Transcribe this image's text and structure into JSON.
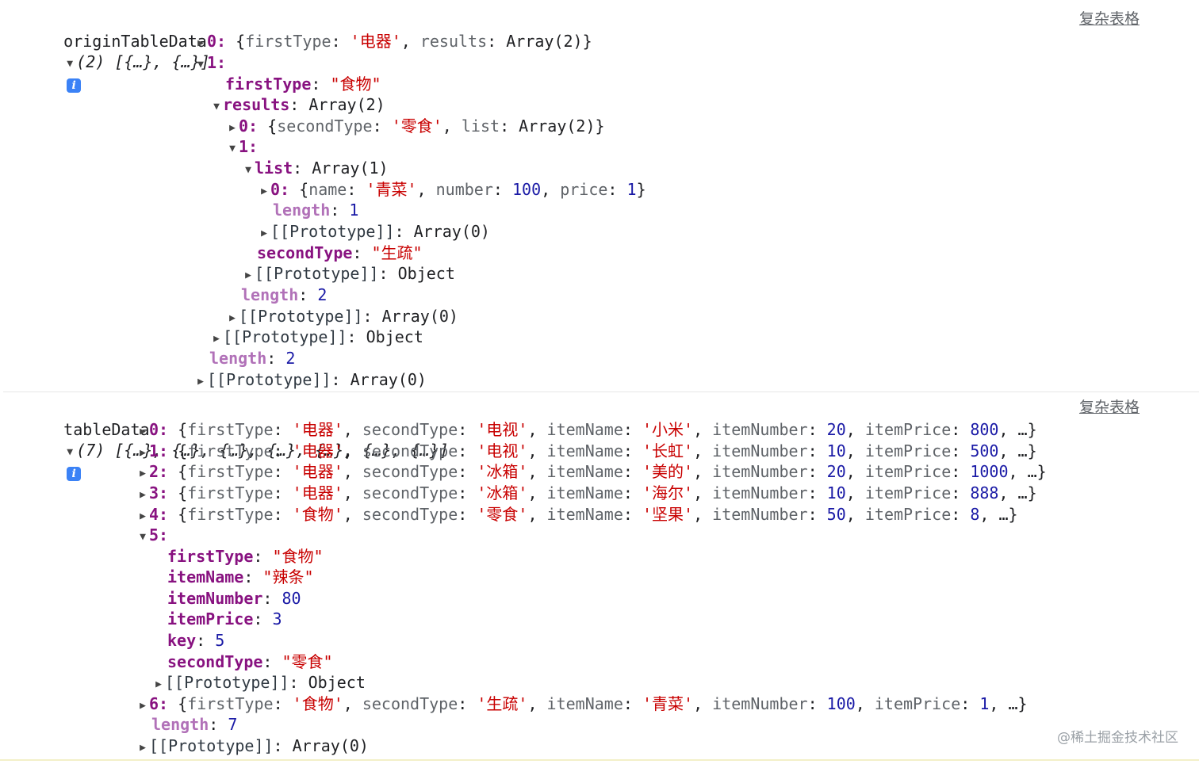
{
  "origin": {
    "var_name": "originTableData",
    "summary": "(2) [{…}, {…}]",
    "link": "复杂表格",
    "item0_idx": "0",
    "item0_preview_k1": "firstType",
    "item0_preview_v1": "'电器'",
    "item0_preview_k2": "results",
    "item0_preview_v2": "Array(2)",
    "item1_idx": "1",
    "firstType_key": "firstType",
    "firstType_val": "\"食物\"",
    "results_key": "results",
    "results_val": "Array(2)",
    "r0_idx": "0",
    "r0_k1": "secondType",
    "r0_v1": "'零食'",
    "r0_k2": "list",
    "r0_v2": "Array(2)",
    "r1_idx": "1",
    "list_key": "list",
    "list_val": "Array(1)",
    "l0_idx": "0",
    "l0_k1": "name",
    "l0_v1": "'青菜'",
    "l0_k2": "number",
    "l0_v2": "100",
    "l0_k3": "price",
    "l0_v3": "1",
    "list_length_key": "length",
    "list_length_val": "1",
    "list_proto": "[[Prototype]]",
    "list_proto_val": "Array(0)",
    "secondType_key": "secondType",
    "secondType_val": "\"生疏\"",
    "r1_proto": "[[Prototype]]",
    "r1_proto_val": "Object",
    "results_length_key": "length",
    "results_length_val": "2",
    "results_proto": "[[Prototype]]",
    "results_proto_val": "Array(0)",
    "item1_proto": "[[Prototype]]",
    "item1_proto_val": "Object",
    "length_key": "length",
    "length_val": "2",
    "proto": "[[Prototype]]",
    "proto_val": "Array(0)"
  },
  "table": {
    "var_name": "tableData",
    "summary": "(7) [{…}, {…}, {…}, {…}, {…}, {…}, {…}]",
    "link": "复杂表格",
    "keys": {
      "firstType": "firstType",
      "secondType": "secondType",
      "itemName": "itemName",
      "itemNumber": "itemNumber",
      "itemPrice": "itemPrice"
    },
    "rows": [
      {
        "idx": "0",
        "firstType": "'电器'",
        "secondType": "'电视'",
        "itemName": "'小米'",
        "itemNumber": "20",
        "itemPrice": "800"
      },
      {
        "idx": "1",
        "firstType": "'电器'",
        "secondType": "'电视'",
        "itemName": "'长虹'",
        "itemNumber": "10",
        "itemPrice": "500"
      },
      {
        "idx": "2",
        "firstType": "'电器'",
        "secondType": "'冰箱'",
        "itemName": "'美的'",
        "itemNumber": "20",
        "itemPrice": "1000"
      },
      {
        "idx": "3",
        "firstType": "'电器'",
        "secondType": "'冰箱'",
        "itemName": "'海尔'",
        "itemNumber": "10",
        "itemPrice": "888"
      },
      {
        "idx": "4",
        "firstType": "'食物'",
        "secondType": "'零食'",
        "itemName": "'坚果'",
        "itemNumber": "50",
        "itemPrice": "8"
      }
    ],
    "item5": {
      "idx": "5",
      "firstType_key": "firstType",
      "firstType_val": "\"食物\"",
      "itemName_key": "itemName",
      "itemName_val": "\"辣条\"",
      "itemNumber_key": "itemNumber",
      "itemNumber_val": "80",
      "itemPrice_key": "itemPrice",
      "itemPrice_val": "3",
      "key_key": "key",
      "key_val": "5",
      "secondType_key": "secondType",
      "secondType_val": "\"零食\"",
      "proto": "[[Prototype]]",
      "proto_val": "Object"
    },
    "row6": {
      "idx": "6",
      "firstType": "'食物'",
      "secondType": "'生疏'",
      "itemName": "'青菜'",
      "itemNumber": "100",
      "itemPrice": "1"
    },
    "length_key": "length",
    "length_val": "7",
    "proto": "[[Prototype]]",
    "proto_val": "Array(0)"
  },
  "watermark": "@稀土掘金技术社区"
}
